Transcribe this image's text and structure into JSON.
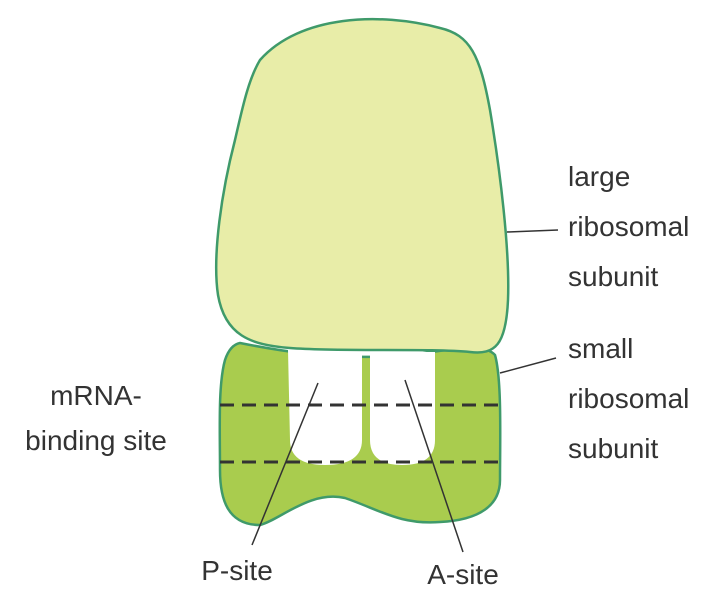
{
  "labels": {
    "large_subunit": [
      "large",
      "ribosomal",
      "subunit"
    ],
    "small_subunit": [
      "small",
      "ribosomal",
      "subunit"
    ],
    "mrna_binding": [
      "mRNA-",
      "binding site"
    ],
    "p_site": "P-site",
    "a_site": "A-site"
  },
  "colors": {
    "large_subunit_fill": "#e8eda8",
    "small_subunit_fill": "#a9cc4e",
    "outline": "#3f9a6a",
    "sites_fill": "#ffffff",
    "pointer_lines": "#333333",
    "dashed_lines": "#333333"
  }
}
